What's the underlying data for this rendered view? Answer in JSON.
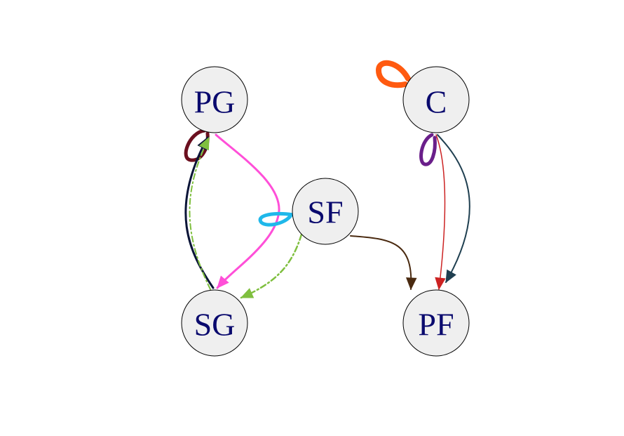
{
  "graph": {
    "nodes": [
      {
        "id": "PG",
        "label": "PG"
      },
      {
        "id": "C",
        "label": "C"
      },
      {
        "id": "SF",
        "label": "SF"
      },
      {
        "id": "SG",
        "label": "SG"
      },
      {
        "id": "PF",
        "label": "PF"
      }
    ],
    "edges": [
      {
        "id": "pg-self",
        "from": "PG",
        "to": "PG",
        "color": "#6b0f1f",
        "style": "solid"
      },
      {
        "id": "sg-pg",
        "from": "SG",
        "to": "PG",
        "color": "#0b1538",
        "style": "solid"
      },
      {
        "id": "sg-pg-2",
        "from": "SG",
        "to": "PG",
        "color": "#7fbf3f",
        "style": "dashed"
      },
      {
        "id": "pg-sg",
        "from": "PG",
        "to": "SG",
        "color": "#ff4fd8",
        "style": "solid"
      },
      {
        "id": "sf-self",
        "from": "SF",
        "to": "SF",
        "color": "#1fb8ea",
        "style": "solid"
      },
      {
        "id": "sf-sg",
        "from": "SF",
        "to": "SG",
        "color": "#7fbf3f",
        "style": "dashed"
      },
      {
        "id": "sf-pf",
        "from": "SF",
        "to": "PF",
        "color": "#4a2a10",
        "style": "solid"
      },
      {
        "id": "c-self",
        "from": "C",
        "to": "C",
        "color": "#ff5a10",
        "style": "solid"
      },
      {
        "id": "c-self-2",
        "from": "C",
        "to": "C",
        "color": "#6a1f8a",
        "style": "solid"
      },
      {
        "id": "c-pf",
        "from": "C",
        "to": "PF",
        "color": "#cc2222",
        "style": "solid"
      },
      {
        "id": "c-pf-2",
        "from": "C",
        "to": "PF",
        "color": "#1f3f50",
        "style": "solid"
      }
    ]
  }
}
